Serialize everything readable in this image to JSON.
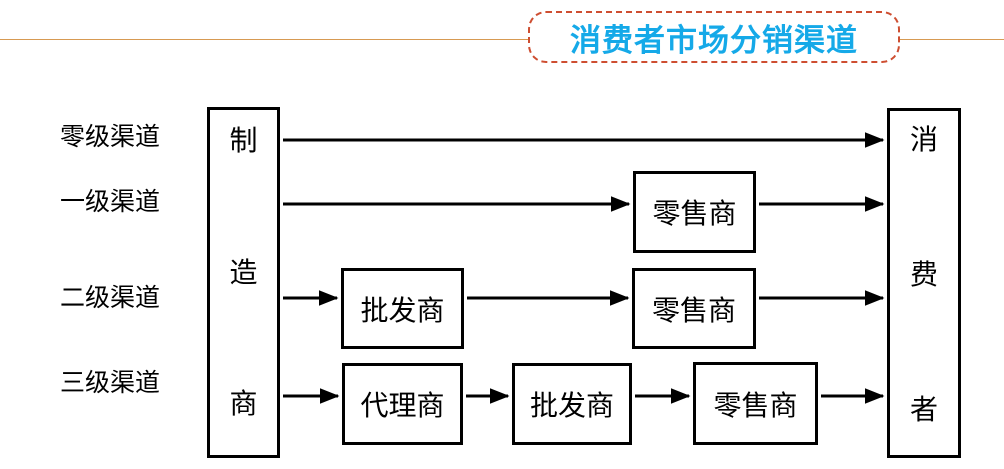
{
  "title": {
    "text": "消费者市场分销渠道"
  },
  "colors": {
    "title_text": "#15A9E8",
    "dashed_border": "#CE4E31",
    "header_rule": "#D79A52",
    "diagram_ink": "#000000"
  },
  "diagram": {
    "source": {
      "name": "制造商",
      "chars": [
        "制",
        "造",
        "商"
      ]
    },
    "sink": {
      "name": "消费者",
      "chars": [
        "消",
        "费",
        "者"
      ]
    },
    "rows": [
      {
        "label": "零级渠道",
        "boxes": []
      },
      {
        "label": "一级渠道",
        "boxes": [
          "零售商"
        ]
      },
      {
        "label": "二级渠道",
        "boxes": [
          "批发商",
          "零售商"
        ]
      },
      {
        "label": "三级渠道",
        "boxes": [
          "代理商",
          "批发商",
          "零售商"
        ]
      }
    ]
  }
}
